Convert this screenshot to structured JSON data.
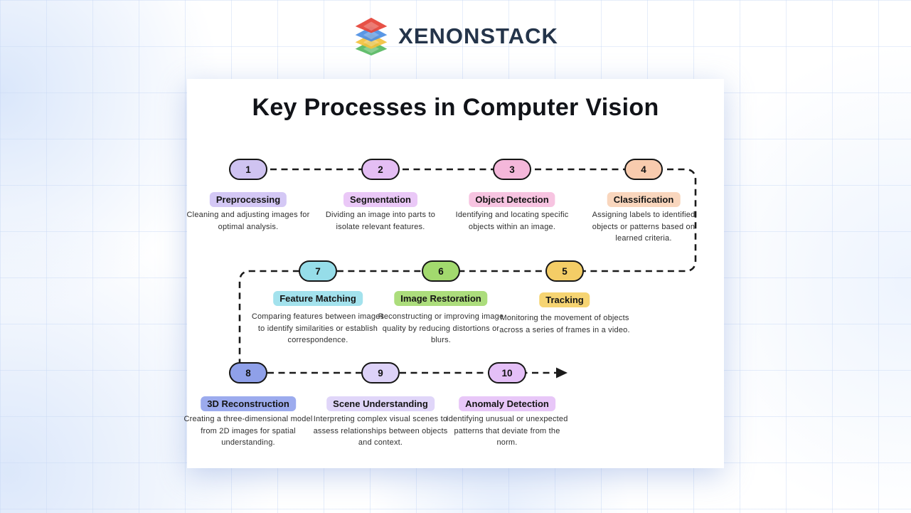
{
  "brand": {
    "name": "XENONSTACK",
    "logo_layers": [
      {
        "name": "red-layer",
        "color": "#e6483d"
      },
      {
        "name": "blue-layer",
        "color": "#4d8fe3"
      },
      {
        "name": "yellow-layer",
        "color": "#f3c13d"
      },
      {
        "name": "green-layer",
        "color": "#56b961"
      }
    ]
  },
  "title": "Key Processes in Computer Vision",
  "connector_color": "#1a1a1a",
  "steps": [
    {
      "num": "1",
      "label": "Preprocessing",
      "desc": "Cleaning and adjusting images for optimal analysis.",
      "pill_color": "#cfc3f1",
      "badge_color": "#d4c8f5"
    },
    {
      "num": "2",
      "label": "Segmentation",
      "desc": "Dividing an image into parts to isolate relevant features.",
      "pill_color": "#e4bef4",
      "badge_color": "#eac8f7"
    },
    {
      "num": "3",
      "label": "Object Detection",
      "desc": "Identifying and locating specific objects within an image.",
      "pill_color": "#f4b7da",
      "badge_color": "#f7c4e1"
    },
    {
      "num": "4",
      "label": "Classification",
      "desc": "Assigning labels to identified objects or patterns based on learned criteria.",
      "pill_color": "#f8cbae",
      "badge_color": "#f9d6bd"
    },
    {
      "num": "5",
      "label": "Tracking",
      "desc": "Monitoring the movement of objects across a series of frames in a video.",
      "pill_color": "#f4cd66",
      "badge_color": "#f6d472"
    },
    {
      "num": "6",
      "label": "Image Restoration",
      "desc": "Reconstructing or improving image quality by reducing distortions or blurs.",
      "pill_color": "#a2d96e",
      "badge_color": "#acdd7c"
    },
    {
      "num": "7",
      "label": "Feature Matching",
      "desc": "Comparing features between images to identify similarities or establish correspondence.",
      "pill_color": "#96dde9",
      "badge_color": "#a3e2ed"
    },
    {
      "num": "8",
      "label": "3D Reconstruction",
      "desc": "Creating a three-dimensional model from 2D images for spatial understanding.",
      "pill_color": "#8fa0e9",
      "badge_color": "#9cabee"
    },
    {
      "num": "9",
      "label": "Scene Understanding",
      "desc": "Interpreting complex visual scenes to assess relationships between objects and context.",
      "pill_color": "#ddd2f8",
      "badge_color": "#e0d6f9"
    },
    {
      "num": "10",
      "label": "Anomaly Detection",
      "desc": "Identifying unusual or unexpected patterns that deviate from the norm.",
      "pill_color": "#e4bff7",
      "badge_color": "#e8c7f8"
    }
  ]
}
